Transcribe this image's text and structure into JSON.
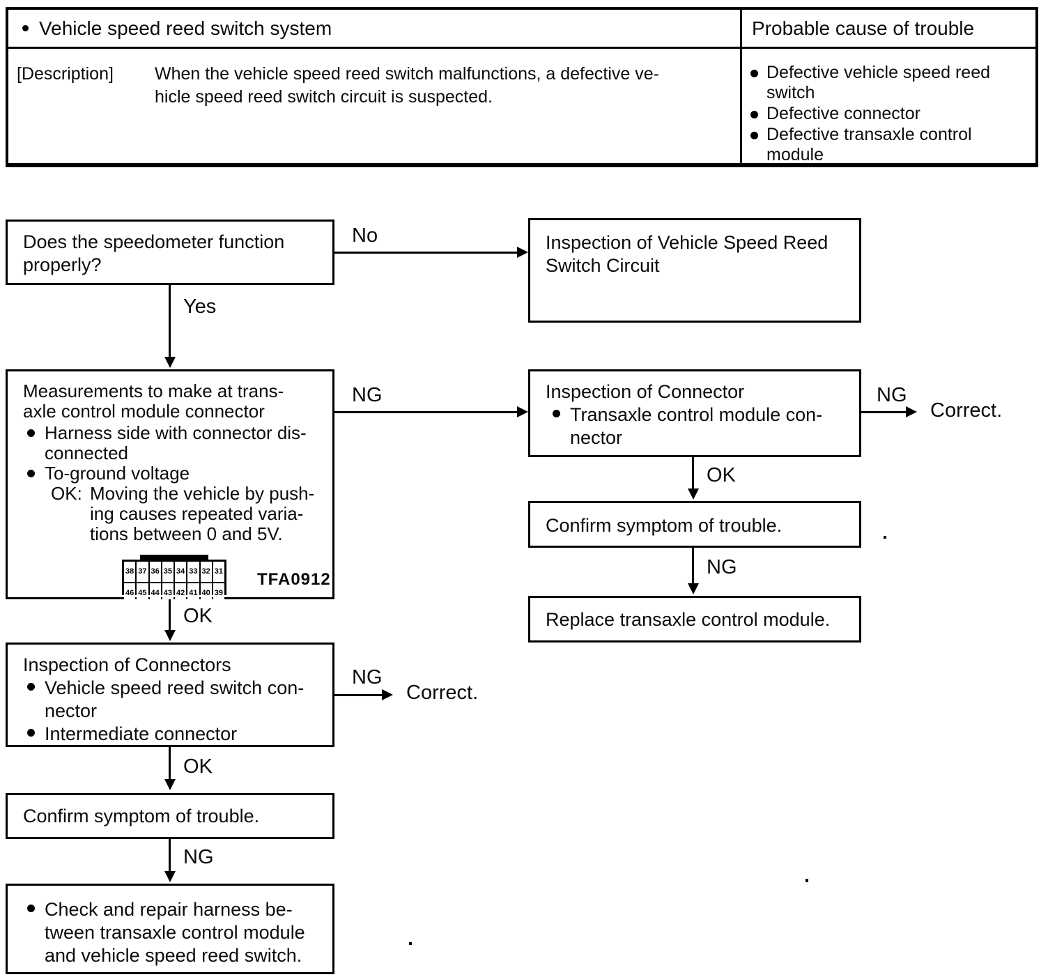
{
  "table": {
    "title_bullet": "•",
    "title": "Vehicle speed reed switch system",
    "header_right": "Probable cause of trouble",
    "description_label": "[Description]",
    "description_text": "When the vehicle speed reed switch malfunctions, a defective ve-\nhicle speed reed switch circuit is suspected.",
    "causes": [
      "Defective vehicle speed reed\nswitch",
      "Defective connector",
      "Defective transaxle control\nmodule"
    ]
  },
  "flowchart": {
    "boxes": {
      "speedometer_question": "Does the speedometer function\nproperly?",
      "inspection_circuit": "Inspection of Vehicle Speed Reed\nSwitch Circuit",
      "measurements_title": "Measurements to make at trans-\naxle control module connector",
      "measurements_bullet1": "Harness side with connector dis-\nconnected",
      "measurements_bullet2": "To-ground voltage",
      "measurements_ok_prefix": "OK:",
      "measurements_ok_text": "Moving the vehicle by push-\ning causes repeated varia-\ntions between 0 and 5V.",
      "figure_code": "TFA0912",
      "inspection_connector_title": "Inspection of Connector",
      "inspection_connector_bullet": "Transaxle control module con-\nnector",
      "confirm_symptom_right": "Confirm symptom of trouble.",
      "replace_module": "Replace transaxle control module.",
      "inspection_connectors_title": "Inspection of Connectors",
      "inspection_connectors_bullet1": "Vehicle speed reed switch con-\nnector",
      "inspection_connectors_bullet2": "Intermediate connector",
      "confirm_symptom_left": "Confirm symptom of trouble.",
      "check_repair_harness": "Check and repair harness be-\ntween transaxle control module\nand vehicle speed reed switch."
    },
    "labels": {
      "no": "No",
      "yes": "Yes",
      "ng": "NG",
      "ok": "OK",
      "correct": "Correct."
    },
    "connector_pins": {
      "top_row": [
        "38",
        "37",
        "36",
        "35",
        "34",
        "33",
        "32",
        "31"
      ],
      "bottom_row": [
        "46",
        "45",
        "44",
        "43",
        "42",
        "41",
        "40",
        "39"
      ]
    }
  }
}
